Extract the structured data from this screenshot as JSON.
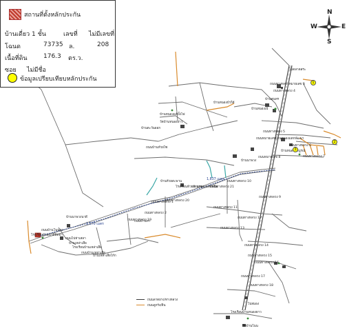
{
  "legend": {
    "title": "สถานที่ตั้งหลักประกัน",
    "row1_label": "บ้านเดี่ยว 1 ชั้น",
    "row1_mid": "เลขที่",
    "row1_value": "ไม่มีเลขที่",
    "row2_label": "โฉนด",
    "row2_value": "73735",
    "row2_mid": "ล.",
    "row2_value2": "208",
    "row3_label": "เนื้อที่ดิน",
    "row3_value": "176.3",
    "row3_unit": "ตร.ว.",
    "row4_label": "ซอย",
    "row4_value": "ไม่มีชื่อ",
    "comparable_label": "ข้อมูลเปรียบเทียบหลักประกัน"
  },
  "compass": {
    "n": "N",
    "s": "S",
    "e": "E",
    "w": "W"
  },
  "map_labels": [
    "ไปตลาดสระ",
    "ถนนทางหลวงหมายเลข 3",
    "ถนนทางหลวง 4",
    "บ้านสุนทร",
    "บ้านหนองเบ้",
    "บ้านหนองบัวใต้",
    "บ้านหนองแต้บั้งไฟ",
    "วัดบ้านหนองยาว",
    "ถนนบ้านห้วยไซ",
    "บ้านตะวันออก",
    "ถนนหมายเลขบ้านหนองแตกพัฒนา",
    "ถนนหมายเลข 8",
    "บ้านนาพวง",
    "บ้านหนองสมบูรณ์",
    "ถนนทางหลวง 5",
    "ถนนทางหลวง 6",
    "ถนนทางหลวง 7",
    "ถนนทางหลวง 9",
    "ถนนทางหลวง 10",
    "ถนนทางหลวง 11",
    "ถนนทางหลวง 12",
    "ถนนทางหลวง 13",
    "ถนนทางหลวง 14",
    "ถนนทางหลวง 15",
    "ถนนทางหลวง 16",
    "ถนนทางหลวง 17",
    "ถนนทางหลวง 18",
    "โรงเรียนบ้านหนองยาว",
    "วัดบ้านโนน",
    "ไปสมอง",
    "บ้านห้วยสะพาน",
    "โรงเรียนห้วยสะพาน",
    "ถนนทางหลวง 1",
    "ถนนทางหลวง 2",
    "ถนนบ้านท่า",
    "บ้านนาพวงนาดี",
    "โรงเรียนบ้านนาดีพิทยา",
    "ถนนบ้านโนนกุง",
    "ถนนไปท่าเสลา",
    "บ้านเหล่าเสือ",
    "โรงเรียนบ้านเหล่าเสือ",
    "ถนนบ้านเหล่าเสือ",
    "บ้านเหล่าเสือโก้ก",
    "ถนนทางหลวง 19",
    "ถนนทางหลวง 20",
    "บ้านหนองแต้เหนือ",
    "ถนนทางหลวง 21"
  ],
  "road_legend": [
    {
      "label": "ถนนลาดยาง/ทางหลวง",
      "color": "#3a3a3a"
    },
    {
      "label": "ถนนลูกรัง/ดิน",
      "color": "#d98a2b"
    }
  ],
  "distance_labels": [
    "1,837 เมตร",
    "1,570 เมตร"
  ],
  "comparable_points": [
    "1",
    "2",
    "3"
  ],
  "colors": {
    "road": "#6b6b6b",
    "highway": "#3b3b3b",
    "laterite": "#d98a2b",
    "river": "#38a6a5",
    "distance": "#1e3a8a",
    "subject": "#c0392b",
    "comparable": "#ffff00"
  }
}
